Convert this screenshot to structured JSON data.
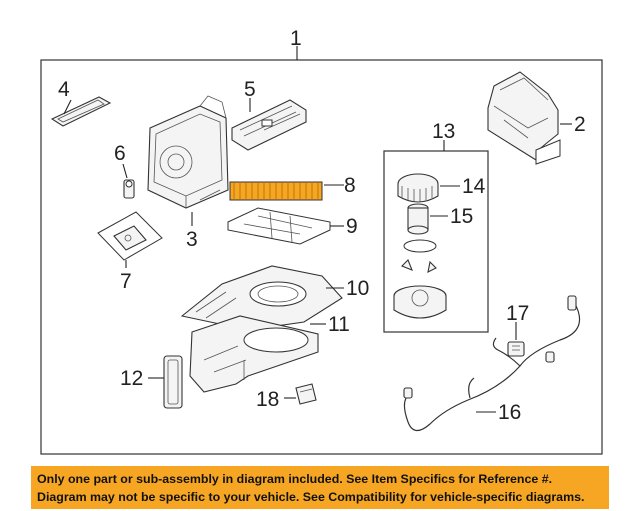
{
  "callouts": {
    "c1": "1",
    "c2": "2",
    "c3": "3",
    "c4": "4",
    "c5": "5",
    "c6": "6",
    "c7": "7",
    "c8": "8",
    "c9": "9",
    "c10": "10",
    "c11": "11",
    "c12": "12",
    "c13": "13",
    "c14": "14",
    "c15": "15",
    "c16": "16",
    "c17": "17",
    "c18": "18"
  },
  "highlight_color": "#f6a623",
  "disclaimer": {
    "line1": "Only one part or sub-assembly in diagram included. See Item Specifics for Reference #.",
    "line2": "Diagram may not be specific to your vehicle. See Compatibility for vehicle-specific diagrams."
  }
}
